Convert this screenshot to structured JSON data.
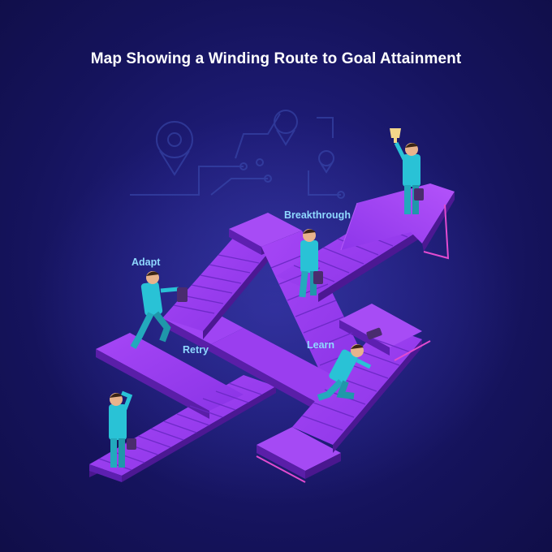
{
  "title": "Map Showing a Winding Route to Goal Attainment",
  "stages": {
    "adapt": "Adapt",
    "retry": "Retry",
    "breakthrough": "Breakthrough",
    "learn": "Learn"
  },
  "colors": {
    "background": "#15135c",
    "stairs_top": "#9b3cf0",
    "stairs_side": "#5a1ea8",
    "figure": "#29c2d6",
    "label": "#8fd8ff",
    "accent_line": "#e24bd0"
  },
  "icons": [
    "location-pin-icon",
    "circuit-line-icon",
    "arrow-icon",
    "briefcase-icon",
    "trophy-icon"
  ]
}
